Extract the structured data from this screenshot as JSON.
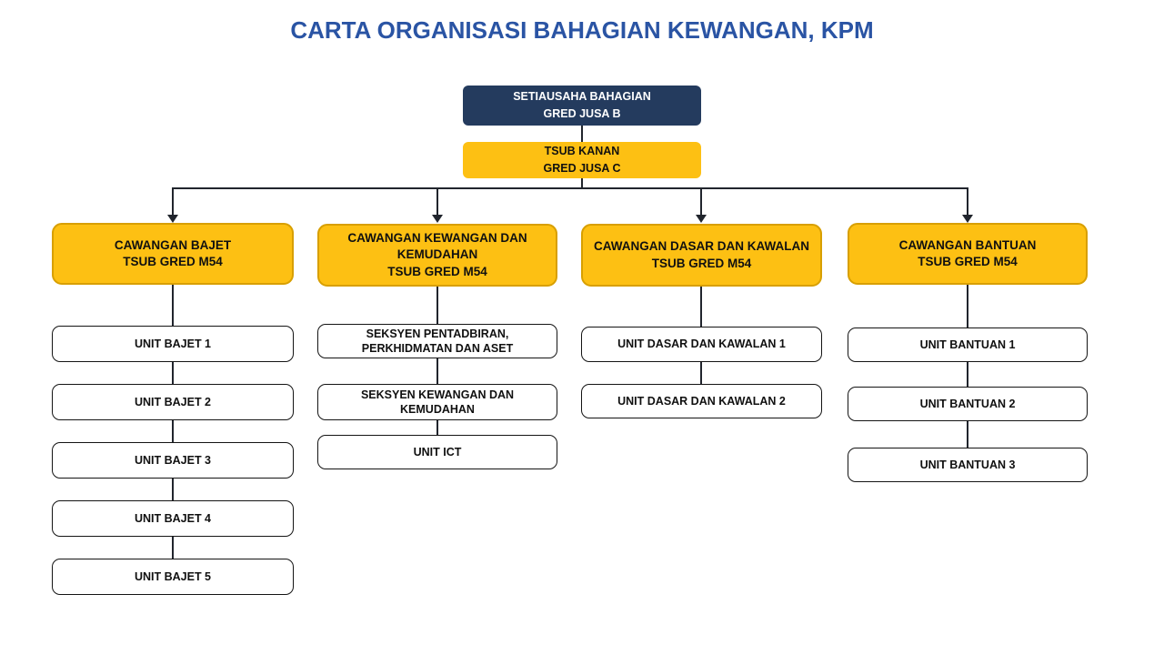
{
  "title": "CARTA ORGANISASI BAHAGIAN KEWANGAN, KPM",
  "colors": {
    "title_blue": "#2A54A4",
    "navy": "#243B5E",
    "amber": "#FDC013",
    "amber_border": "#D89F00",
    "line": "#21252D",
    "unit_border": "#141414"
  },
  "chart": {
    "root": {
      "line1": "SETIAUSAHA BAHAGIAN",
      "line2": "GRED JUSA B"
    },
    "deputy": {
      "line1": "TSUB KANAN",
      "line2": "GRED JUSA C"
    },
    "columns": [
      {
        "header": {
          "name": "CAWANGAN BAJET",
          "grade": "TSUB GRED M54"
        },
        "units": [
          "UNIT BAJET 1",
          "UNIT BAJET 2",
          "UNIT BAJET 3",
          "UNIT BAJET 4",
          "UNIT BAJET 5"
        ]
      },
      {
        "header": {
          "name": "CAWANGAN KEWANGAN DAN KEMUDAHAN",
          "grade": "TSUB GRED M54"
        },
        "units": [
          "SEKSYEN PENTADBIRAN, PERKHIDMATAN DAN ASET",
          "SEKSYEN KEWANGAN DAN KEMUDAHAN",
          "UNIT ICT"
        ]
      },
      {
        "header": {
          "name": "CAWANGAN DASAR DAN KAWALAN",
          "grade": "TSUB GRED M54"
        },
        "units": [
          "UNIT DASAR DAN KAWALAN 1",
          "UNIT DASAR DAN KAWALAN 2"
        ]
      },
      {
        "header": {
          "name": "CAWANGAN BANTUAN",
          "grade": "TSUB GRED M54"
        },
        "units": [
          "UNIT BANTUAN 1",
          "UNIT BANTUAN 2",
          "UNIT BANTUAN 3"
        ]
      }
    ]
  }
}
